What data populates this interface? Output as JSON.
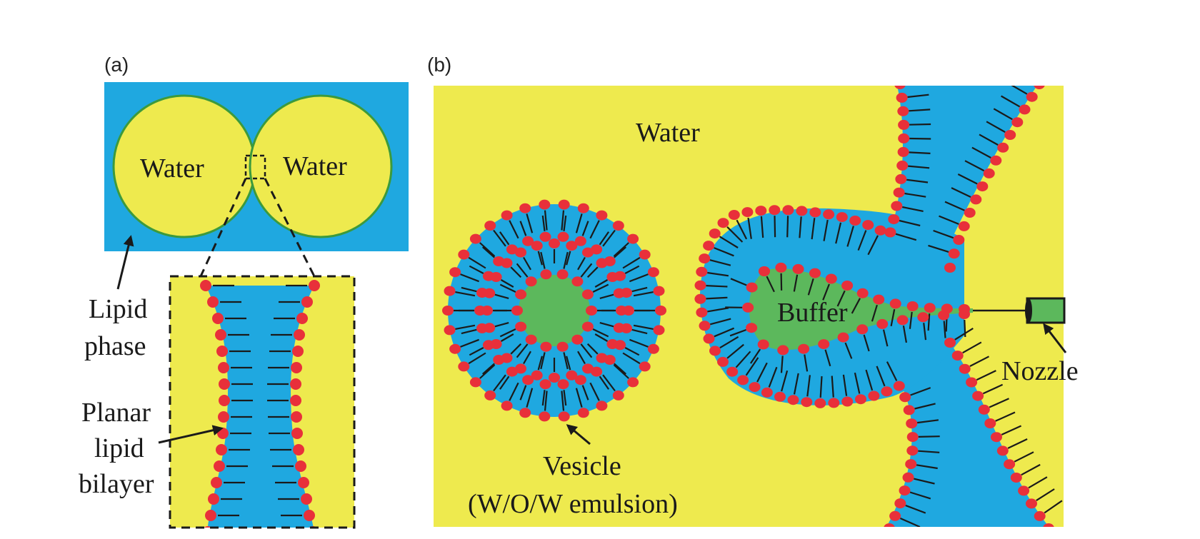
{
  "panel_a": {
    "label": "(a)",
    "water_left": "Water",
    "water_right": "Water",
    "lipid_phase_line1": "Lipid",
    "lipid_phase_line2": "phase",
    "planar_line1": "Planar",
    "planar_line2": "lipid",
    "planar_line3": "bilayer"
  },
  "panel_b": {
    "label": "(b)",
    "water": "Water",
    "buffer": "Buffer",
    "nozzle": "Nozzle",
    "vesicle_line1": "Vesicle",
    "vesicle_line2": "(W/O/W emulsion)"
  },
  "colors": {
    "lipid_blue": "#1fa8e0",
    "water_yellow": "#eeea4e",
    "buffer_green": "#5cb85c",
    "head_red": "#e8303a",
    "outline_green": "#3c9a3c"
  }
}
